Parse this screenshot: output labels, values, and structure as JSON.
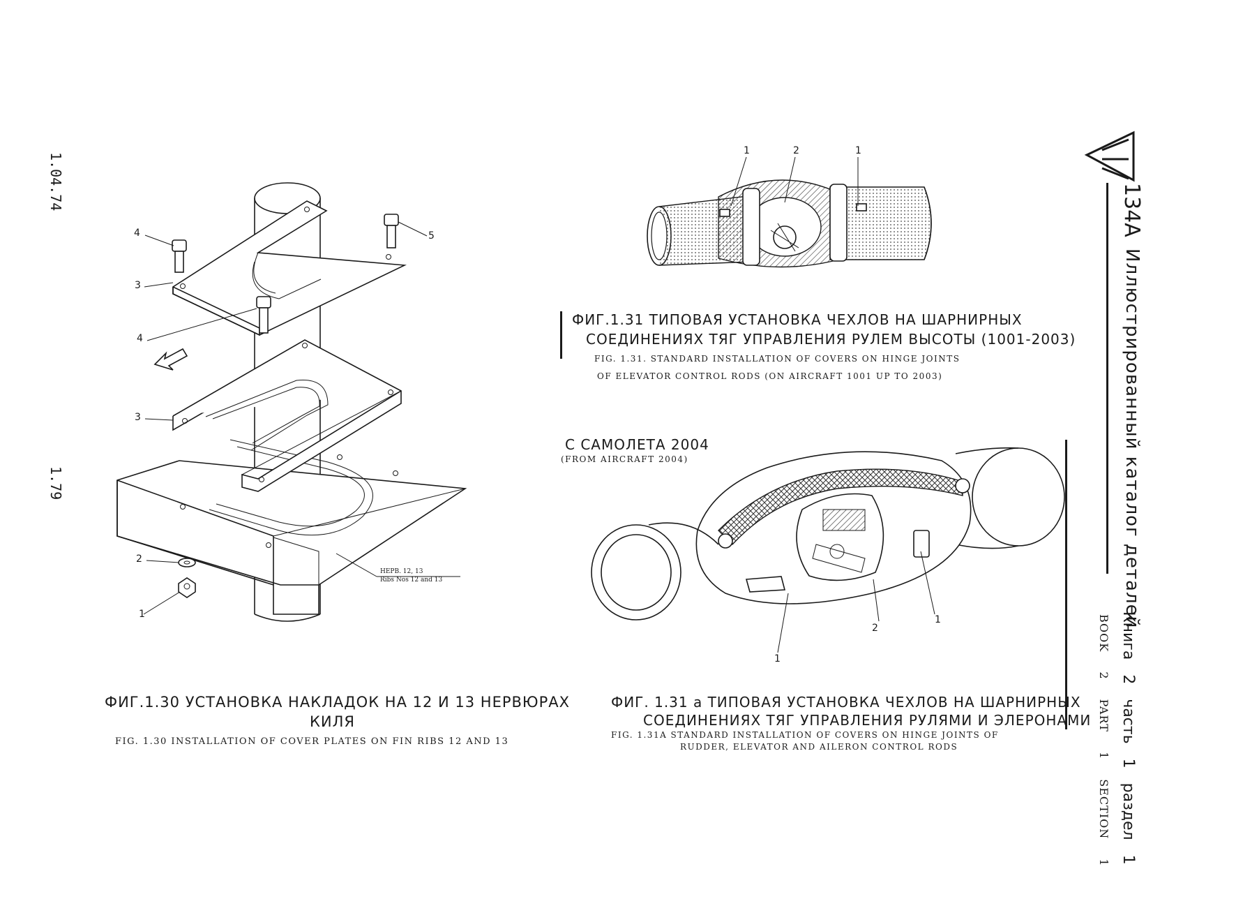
{
  "margin": {
    "date": "1.04.74",
    "page_number": "1.79"
  },
  "sidebar": {
    "logo_text": "134A",
    "title_ru": "Иллюстрированный каталог деталей",
    "book_ru": "Книга 2 часть 1 раздел 1",
    "book_en": "BOOK 2 PART 1 SECTION 1"
  },
  "fig130": {
    "callouts": [
      "4",
      "3",
      "4",
      "3",
      "2",
      "1",
      "5"
    ],
    "rib_note_ru": "НЕРВ. 12, 13",
    "rib_note_en": "Ribs Nos 12 and 13",
    "caption_ru_line1": "ФИГ.1.30  УСТАНОВКА  НАКЛАДОК  НА  12  И  13  НЕРВЮРАХ",
    "caption_ru_line2": "КИЛЯ",
    "caption_en": "FIG. 1.30 INSTALLATION OF COVER PLATES ON FIN RIBS 12 AND 13"
  },
  "fig131": {
    "callouts": [
      "1",
      "2",
      "1"
    ],
    "caption_ru_line1": "ФИГ.1.31  ТИПОВАЯ  УСТАНОВКА  ЧЕХЛОВ  НА  ШАРНИРНЫХ",
    "caption_ru_line2": "СОЕДИНЕНИЯХ  ТЯГ  УПРАВЛЕНИЯ  РУЛЕМ  ВЫСОТЫ (1001-2003)",
    "caption_en_line1": "FIG. 1.31. STANDARD INSTALLATION OF COVERS ON HINGE JOINTS",
    "caption_en_line2": "OF ELEVATOR CONTROL RODS (ON AIRCRAFT 1001 UP TO 2003)"
  },
  "fig131a": {
    "header_ru": "С САМОЛЕТА 2004",
    "header_en": "(FROM AIRCRAFT 2004)",
    "callouts": [
      "1",
      "2",
      "1"
    ],
    "caption_ru_line1": "ФИГ. 1.31 а ТИПОВАЯ УСТАНОВКА ЧЕХЛОВ НА ШАРНИРНЫХ",
    "caption_ru_line2": "СОЕДИНЕНИЯХ ТЯГ УПРАВЛЕНИЯ РУЛЯМИ И ЭЛЕРОНАМИ",
    "caption_en_line1": "FIG. 1.31a STANDARD INSTALLATION OF COVERS ON HINGE JOINTS OF",
    "caption_en_line2": "RUDDER, ELEVATOR AND AILERON CONTROL RODS"
  }
}
